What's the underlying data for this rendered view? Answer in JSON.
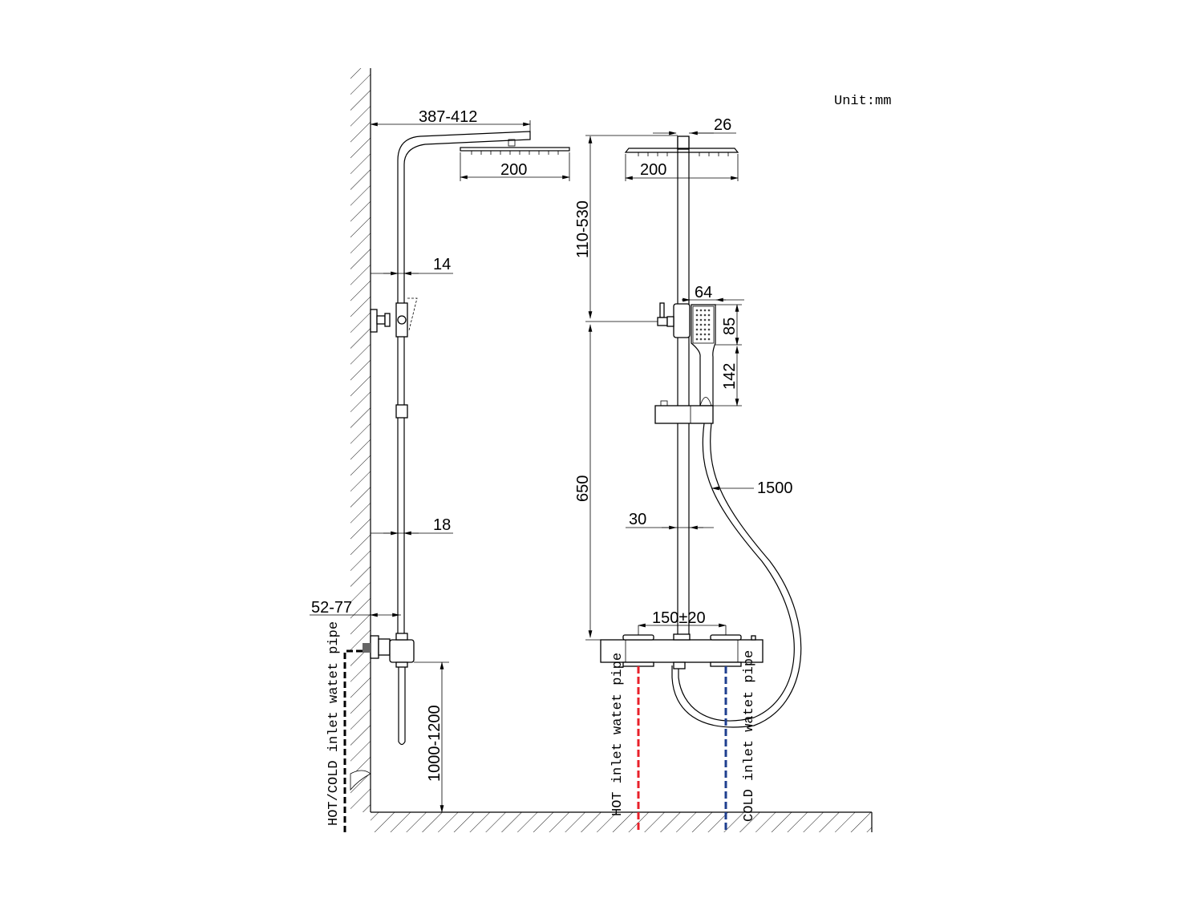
{
  "unit_label": "Unit:mm",
  "side_view": {
    "arm_reach": "387-412",
    "head_width": "200",
    "upper_pipe_offset": "14",
    "lower_pipe_offset": "18",
    "wall_offset": "52-77",
    "mount_height": "1000-1200",
    "inlet_label": "HOT/COLD inlet watet pipe"
  },
  "front_view": {
    "connector_width": "26",
    "head_width": "200",
    "head_height_range": "110-530",
    "handshower_width": "64",
    "handshower_head_height": "85",
    "handshower_handle_height": "142",
    "slide_bar_length": "650",
    "pipe_diameter": "30",
    "hose_length": "1500",
    "inlet_spacing": "150±20",
    "hot_label": "HOT inlet watet pipe",
    "cold_label": "COLD inlet watet pipe"
  },
  "colors": {
    "hot": "#e8202a",
    "cold": "#1f3f8f"
  }
}
